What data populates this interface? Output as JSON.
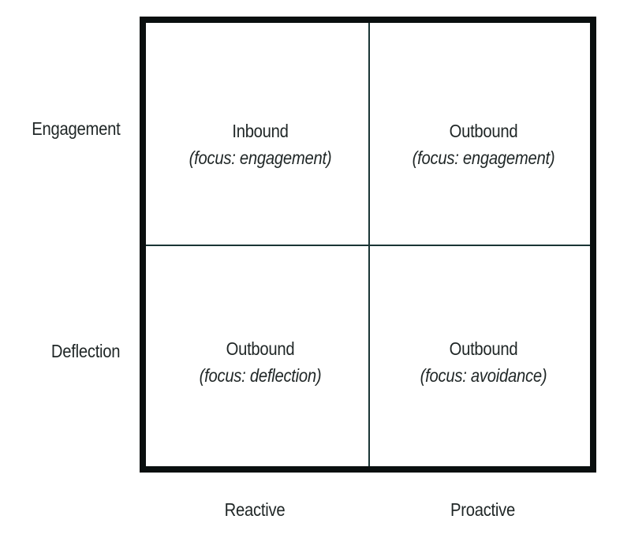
{
  "diagram": {
    "type": "2x2 matrix",
    "y_axis": {
      "labels": [
        "Engagement",
        "Deflection"
      ]
    },
    "x_axis": {
      "labels": [
        "Reactive",
        "Proactive"
      ]
    },
    "quadrants": {
      "top_left": {
        "title": "Inbound",
        "focus": "(focus: engagement)"
      },
      "top_right": {
        "title": "Outbound",
        "focus": "(focus: engagement)"
      },
      "bottom_left": {
        "title": "Outbound",
        "focus": "(focus: deflection)"
      },
      "bottom_right": {
        "title": "Outbound",
        "focus": "(focus: avoidance)"
      }
    },
    "colors": {
      "border": "#0a0f0f",
      "divider": "#1a3535",
      "text": "#1f2626",
      "background": "#ffffff"
    }
  }
}
